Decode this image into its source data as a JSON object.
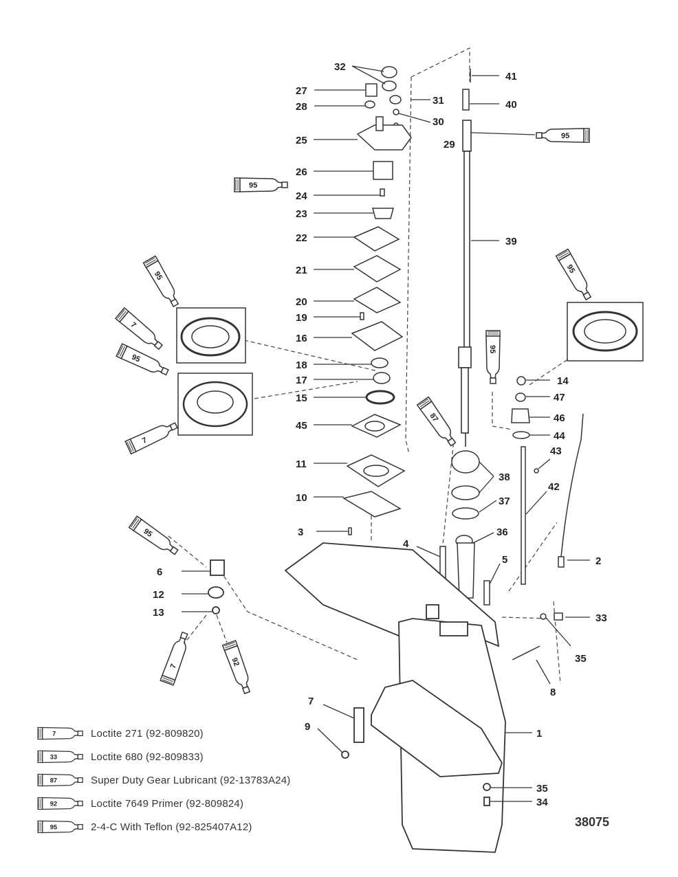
{
  "diagram": {
    "drawing_number": "38075",
    "callouts": [
      {
        "id": "c32",
        "text": "32"
      },
      {
        "id": "c41",
        "text": "41"
      },
      {
        "id": "c27",
        "text": "27"
      },
      {
        "id": "c31",
        "text": "31"
      },
      {
        "id": "c40",
        "text": "40"
      },
      {
        "id": "c28",
        "text": "28"
      },
      {
        "id": "c30",
        "text": "30"
      },
      {
        "id": "c25",
        "text": "25"
      },
      {
        "id": "c29",
        "text": "29"
      },
      {
        "id": "c26",
        "text": "26"
      },
      {
        "id": "c24",
        "text": "24"
      },
      {
        "id": "c23",
        "text": "23"
      },
      {
        "id": "c22",
        "text": "22"
      },
      {
        "id": "c39",
        "text": "39"
      },
      {
        "id": "c21",
        "text": "21"
      },
      {
        "id": "c20",
        "text": "20"
      },
      {
        "id": "c19",
        "text": "19"
      },
      {
        "id": "c16",
        "text": "16"
      },
      {
        "id": "c18",
        "text": "18"
      },
      {
        "id": "c17",
        "text": "17"
      },
      {
        "id": "c15",
        "text": "15"
      },
      {
        "id": "c14",
        "text": "14"
      },
      {
        "id": "c47",
        "text": "47"
      },
      {
        "id": "c46",
        "text": "46"
      },
      {
        "id": "c45",
        "text": "45"
      },
      {
        "id": "c44",
        "text": "44"
      },
      {
        "id": "c43",
        "text": "43"
      },
      {
        "id": "c11",
        "text": "11"
      },
      {
        "id": "c38",
        "text": "38"
      },
      {
        "id": "c42",
        "text": "42"
      },
      {
        "id": "c10",
        "text": "10"
      },
      {
        "id": "c37",
        "text": "37"
      },
      {
        "id": "c3",
        "text": "3"
      },
      {
        "id": "c36",
        "text": "36"
      },
      {
        "id": "c4",
        "text": "4"
      },
      {
        "id": "c5",
        "text": "5"
      },
      {
        "id": "c2",
        "text": "2"
      },
      {
        "id": "c6",
        "text": "6"
      },
      {
        "id": "c12",
        "text": "12"
      },
      {
        "id": "c13",
        "text": "13"
      },
      {
        "id": "c33",
        "text": "33"
      },
      {
        "id": "c35a",
        "text": "35"
      },
      {
        "id": "c8",
        "text": "8"
      },
      {
        "id": "c7",
        "text": "7"
      },
      {
        "id": "c9",
        "text": "9"
      },
      {
        "id": "c1",
        "text": "1"
      },
      {
        "id": "c35b",
        "text": "35"
      },
      {
        "id": "c34",
        "text": "34"
      }
    ],
    "tube_labels": {
      "t95a": "95",
      "t95b": "95",
      "t95c": "95",
      "t95d": "95",
      "t95e": "95",
      "t95f": "95",
      "t7a": "7",
      "t7b": "7",
      "t7c": "7",
      "t87": "87",
      "t92": "92"
    }
  },
  "legend": [
    {
      "code": "7",
      "text": "Loctite 271 (92-809820)"
    },
    {
      "code": "33",
      "text": "Loctite 680 (92-809833)"
    },
    {
      "code": "87",
      "text": "Super Duty Gear Lubricant (92-13783A24)"
    },
    {
      "code": "92",
      "text": "Loctite 7649 Primer (92-809824)"
    },
    {
      "code": "95",
      "text": "2-4-C With Teflon (92-825407A12)"
    }
  ]
}
